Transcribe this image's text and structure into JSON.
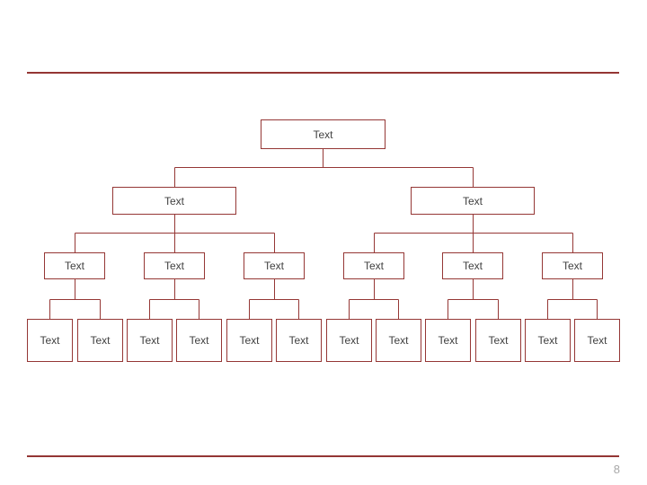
{
  "slide": {
    "page_number": "8"
  },
  "colors": {
    "rule": "#943634",
    "box_border": "#953735",
    "connector": "#953735",
    "box_text": "#404040",
    "page_number": "#a8a8a8",
    "background": "#ffffff"
  },
  "org_chart": {
    "levels": [
      {
        "name": "level-1",
        "boxes": [
          "Text"
        ]
      },
      {
        "name": "level-2",
        "boxes": [
          "Text",
          "Text"
        ]
      },
      {
        "name": "level-3",
        "boxes": [
          "Text",
          "Text",
          "Text",
          "Text",
          "Text",
          "Text"
        ]
      },
      {
        "name": "level-4",
        "boxes": [
          "Text",
          "Text",
          "Text",
          "Text",
          "Text",
          "Text",
          "Text",
          "Text",
          "Text",
          "Text",
          "Text",
          "Text"
        ]
      }
    ]
  }
}
